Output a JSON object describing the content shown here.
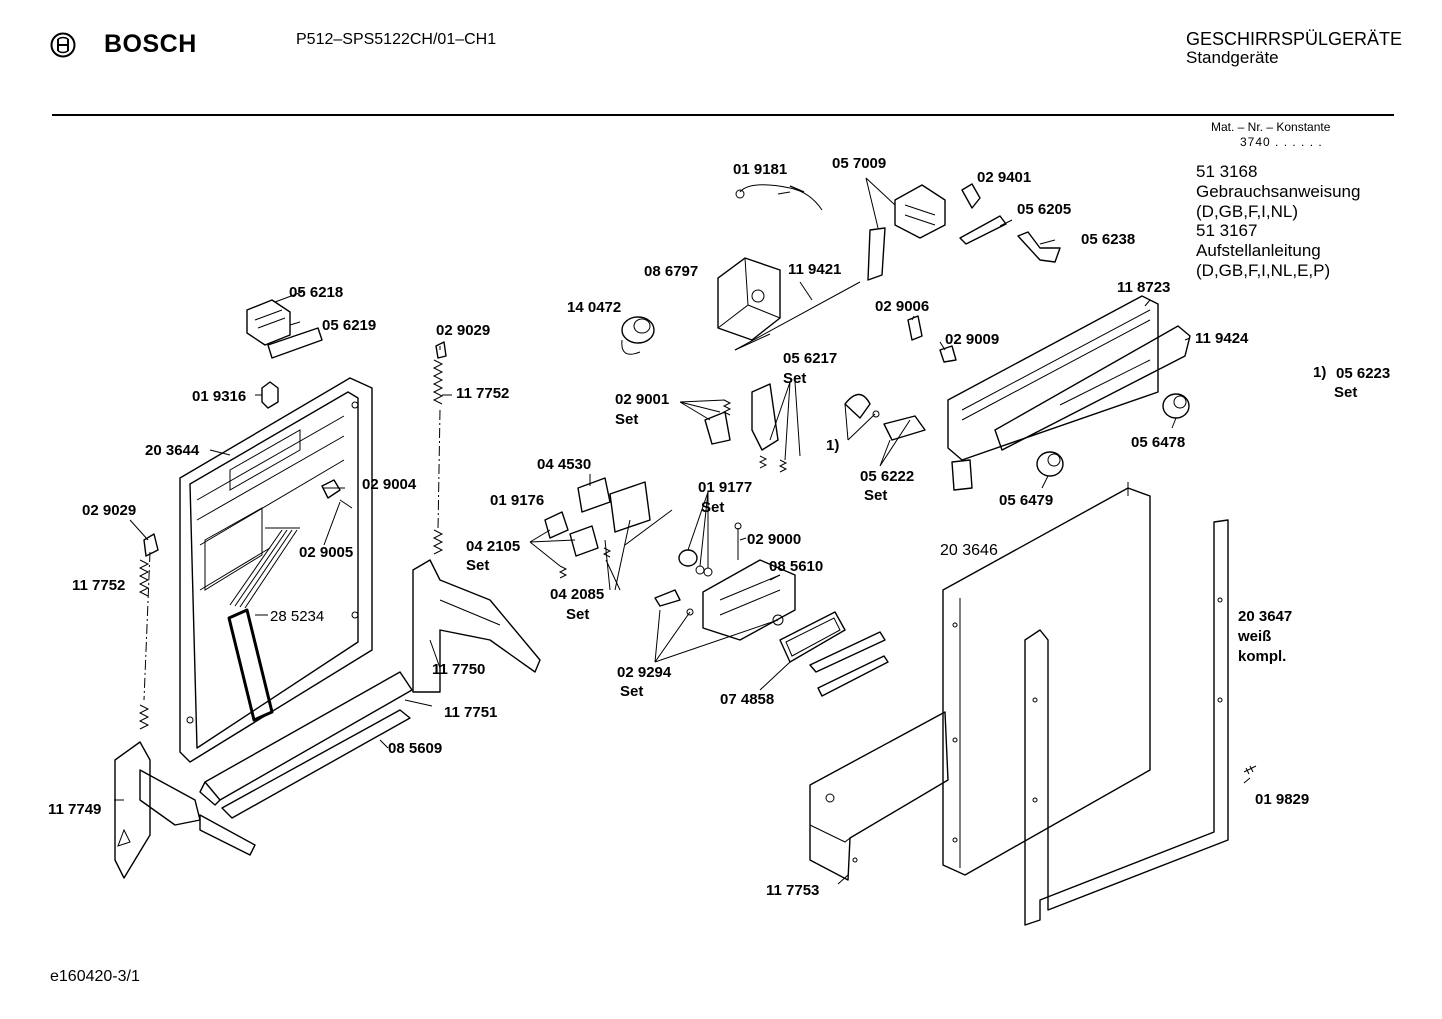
{
  "header": {
    "brand": "BOSCH",
    "model": "P512–SPS5122CH/01–CH1",
    "category": "GESCHIRRSPÜLGERÄTE",
    "subcategory": "Standgeräte"
  },
  "material_info": {
    "label": "Mat. – Nr. – Konstante",
    "value": "3740 . . . . . ."
  },
  "documents": [
    {
      "number": "51 3168",
      "title": "Gebrauchsanweisung",
      "languages": "(D,GB,F,I,NL)"
    },
    {
      "number": "51 3167",
      "title": "Aufstellanleitung",
      "languages": "(D,GB,F,I,NL,E,P)"
    }
  ],
  "footnote": {
    "marker": "1)",
    "part": "05 6223",
    "note": "Set"
  },
  "footer": {
    "code": "e160420-3/1"
  },
  "parts": [
    {
      "id": "p01",
      "number": "01 9181"
    },
    {
      "id": "p02",
      "number": "05 7009"
    },
    {
      "id": "p03",
      "number": "02 9401"
    },
    {
      "id": "p04",
      "number": "05 6205"
    },
    {
      "id": "p05",
      "number": "05 6238"
    },
    {
      "id": "p06",
      "number": "08 6797"
    },
    {
      "id": "p07",
      "number": "11 9421"
    },
    {
      "id": "p08",
      "number": "14 0472"
    },
    {
      "id": "p09",
      "number": "02 9006"
    },
    {
      "id": "p10",
      "number": "02 9009"
    },
    {
      "id": "p11",
      "number": "11 8723"
    },
    {
      "id": "p12",
      "number": "11 9424"
    },
    {
      "id": "p13",
      "number": "05 6218"
    },
    {
      "id": "p14",
      "number": "05 6219"
    },
    {
      "id": "p15",
      "number": "02 9029"
    },
    {
      "id": "p16",
      "number": "11 7752"
    },
    {
      "id": "p17",
      "number": "01 9316"
    },
    {
      "id": "p18",
      "number": "20 3644"
    },
    {
      "id": "p19",
      "number": "02 9004"
    },
    {
      "id": "p20",
      "number": "02 9005"
    },
    {
      "id": "p21",
      "number": "02 9029"
    },
    {
      "id": "p22",
      "number": "11 7752"
    },
    {
      "id": "p23",
      "number": "28 5234"
    },
    {
      "id": "p24",
      "number": "11 7750"
    },
    {
      "id": "p25",
      "number": "11 7751"
    },
    {
      "id": "p26",
      "number": "08 5609"
    },
    {
      "id": "p27",
      "number": "11 7749"
    },
    {
      "id": "p28",
      "number": "05 6217",
      "note": "Set"
    },
    {
      "id": "p29",
      "number": "02 9001",
      "note": "Set"
    },
    {
      "id": "p30",
      "number": "1)"
    },
    {
      "id": "p31",
      "number": "05 6222",
      "note": "Set"
    },
    {
      "id": "p32",
      "number": "05 6478"
    },
    {
      "id": "p33",
      "number": "05 6479"
    },
    {
      "id": "p34",
      "number": "04 4530"
    },
    {
      "id": "p35",
      "number": "01 9176"
    },
    {
      "id": "p36",
      "number": "01 9177",
      "note": "Set"
    },
    {
      "id": "p37",
      "number": "04 2105",
      "note": "Set"
    },
    {
      "id": "p38",
      "number": "04 2085",
      "note": "Set"
    },
    {
      "id": "p39",
      "number": "02 9000"
    },
    {
      "id": "p40",
      "number": "08 5610"
    },
    {
      "id": "p41",
      "number": "02 9294",
      "note": "Set"
    },
    {
      "id": "p42",
      "number": "07 4858"
    },
    {
      "id": "p43",
      "number": "20 3646"
    },
    {
      "id": "p44",
      "number": "20 3647",
      "note": "weiß",
      "note2": "kompl."
    },
    {
      "id": "p45",
      "number": "01 9829"
    },
    {
      "id": "p46",
      "number": "11 7753"
    }
  ]
}
